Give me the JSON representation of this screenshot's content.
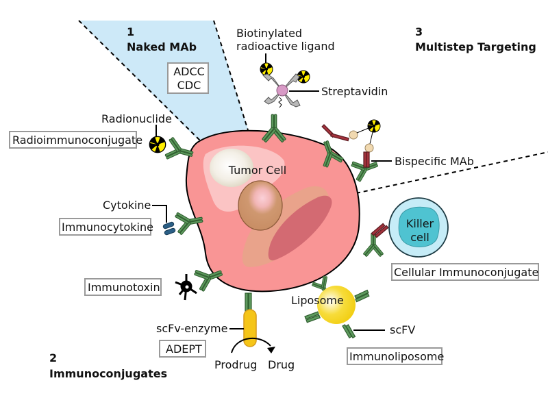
{
  "sections": {
    "naked": {
      "number": "1",
      "title": "Naked MAb",
      "mechanisms": [
        "ADCC",
        "CDC"
      ]
    },
    "immunoconjugates": {
      "number": "2",
      "title": "Immunoconjugates"
    },
    "multistep": {
      "number": "3",
      "title": "Multistep Targeting"
    }
  },
  "center": {
    "label": "Tumor Cell"
  },
  "labels": {
    "biotinylated": [
      "Biotinylated",
      "radioactive ligand"
    ],
    "streptavidin": "Streptavidin",
    "bispecific": "Bispecific MAb",
    "radionuclide": "Radionuclide",
    "cytokine": "Cytokine",
    "scfv_enzyme": "scFv-enzyme",
    "prodrug": "Prodrug",
    "drug": "Drug",
    "liposome": "Liposome",
    "scfv": "scFV",
    "killer_cell": [
      "Killer",
      "cell"
    ]
  },
  "boxes": {
    "radioimmunoconjugate": "Radioimmunoconjugate",
    "immunocytokine": "Immunocytokine",
    "immunotoxin": "Immunotoxin",
    "adept": "ADEPT",
    "immunoliposome": "Immunoliposome",
    "cellular": "Cellular Immunoconjugate"
  },
  "colors": {
    "naked_region": "#cde9f8",
    "tumor_cell": "#f99595",
    "antibody_green": "#5e9a5e",
    "antibody_red": "#a3323c",
    "radiation": "#ffee00",
    "liposome": "#f5d21f",
    "killer_cell_outer": "#c6ecf7",
    "killer_cell_inner": "#4fc3d1",
    "enzyme": "#f5c518",
    "cytokine": "#2b5f86"
  }
}
